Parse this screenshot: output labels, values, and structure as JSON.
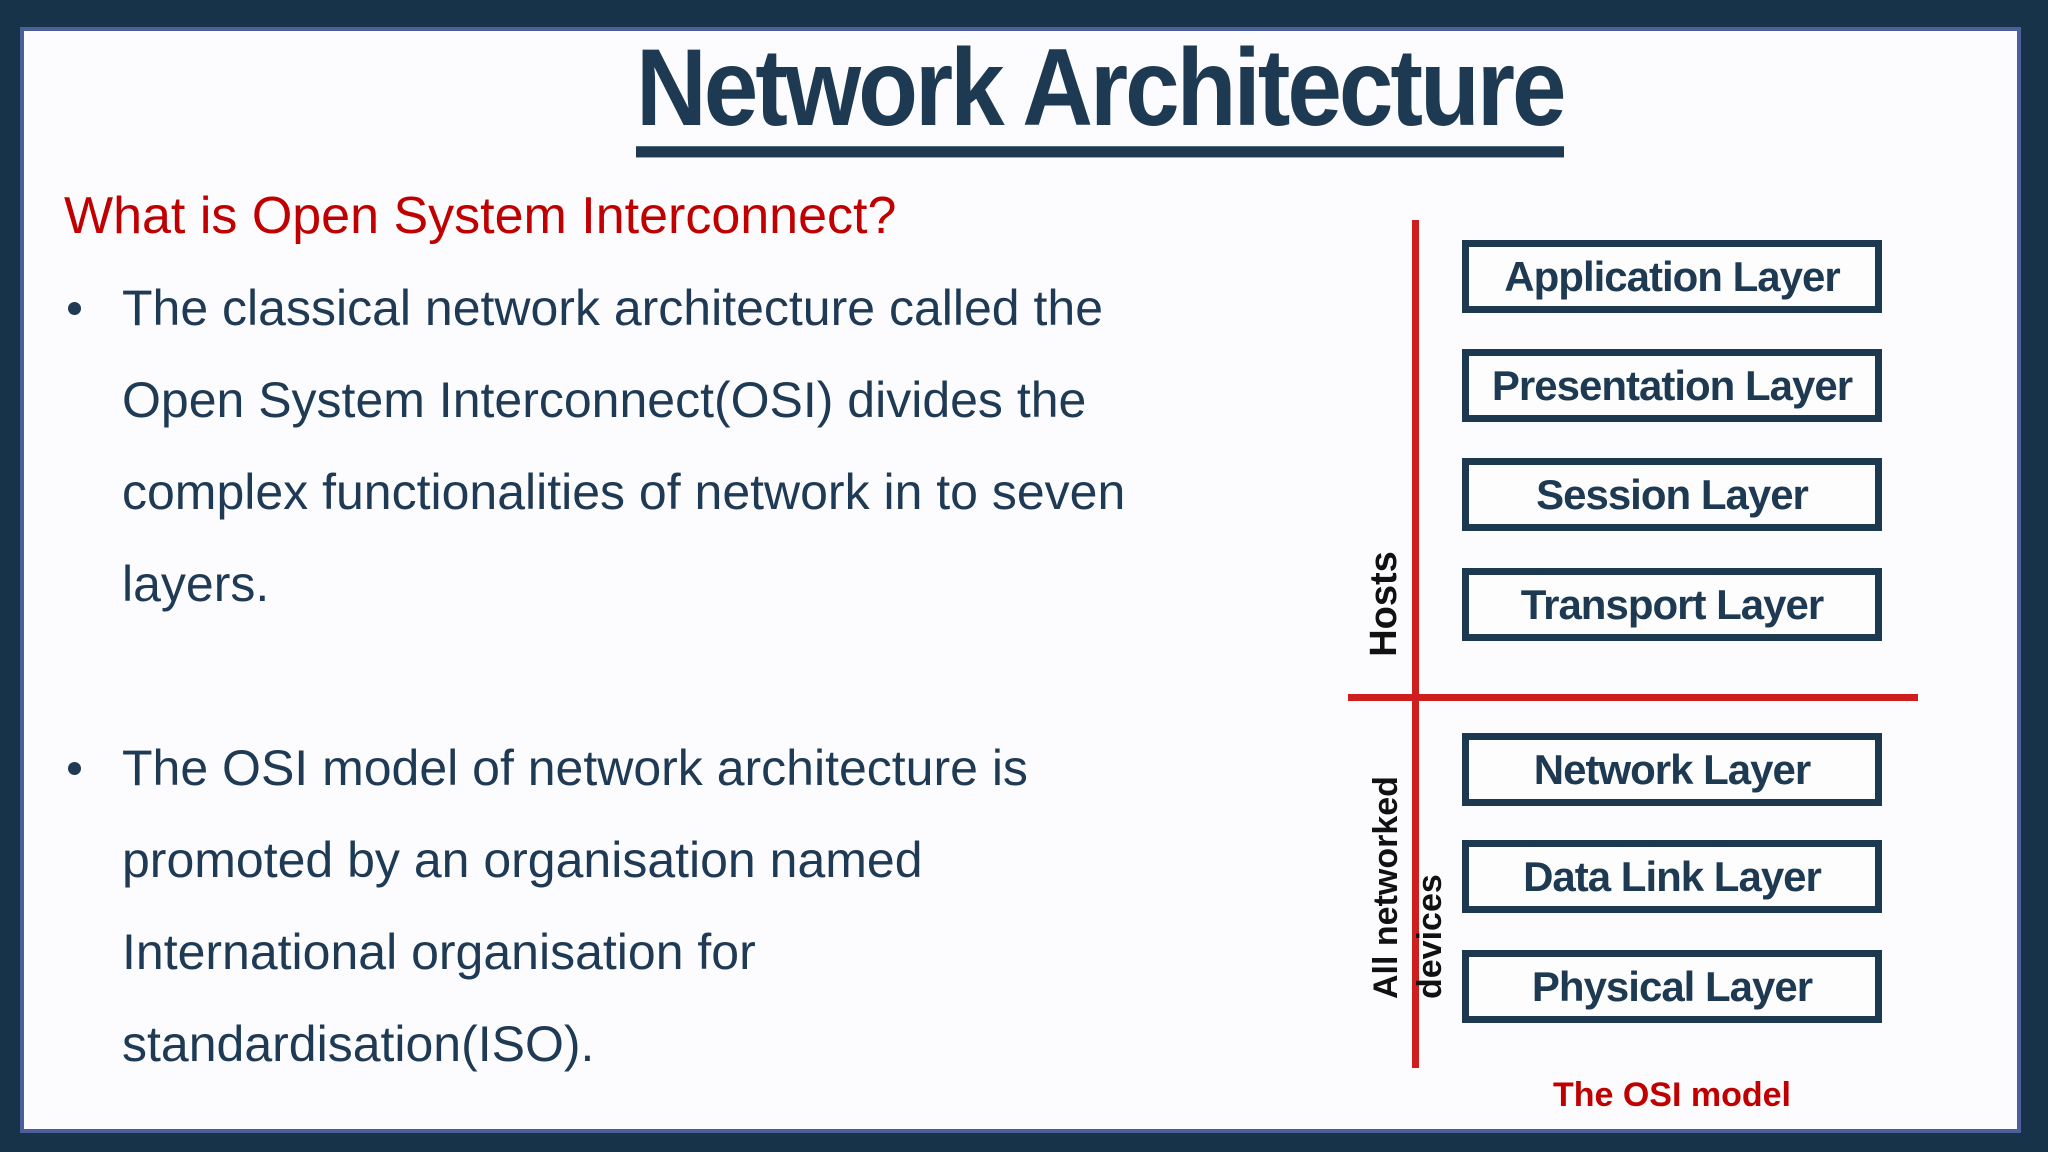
{
  "slide": {
    "title": "Network Architecture",
    "question": "What is Open System Interconnect?",
    "bullets": [
      {
        "text": "The classical network architecture called the\nOpen System Interconnect(OSI) divides the\ncomplex functionalities of network in to seven\nlayers."
      },
      {
        "text": "The OSI model of network architecture is\npromoted by an organisation named\nInternational organisation for\nstandardisation(ISO)."
      }
    ]
  },
  "diagram": {
    "host_group_label": "Hosts",
    "device_group_label": "All networked\ndevices",
    "caption": "The OSI model",
    "layers": [
      {
        "label": "Application Layer"
      },
      {
        "label": "Presentation Layer"
      },
      {
        "label": "Session Layer"
      },
      {
        "label": "Transport Layer"
      },
      {
        "label": "Network Layer"
      },
      {
        "label": "Data Link Layer"
      },
      {
        "label": "Physical Layer"
      }
    ]
  },
  "colors": {
    "frame_navy": "#173349",
    "text_navy": "#1d3a52",
    "accent_line_blue": "#4d5f9b",
    "heading_red": "#c00000",
    "divider_red": "#cf1e1e",
    "group_label_black": "#111111",
    "background": "#fcfcfe"
  }
}
